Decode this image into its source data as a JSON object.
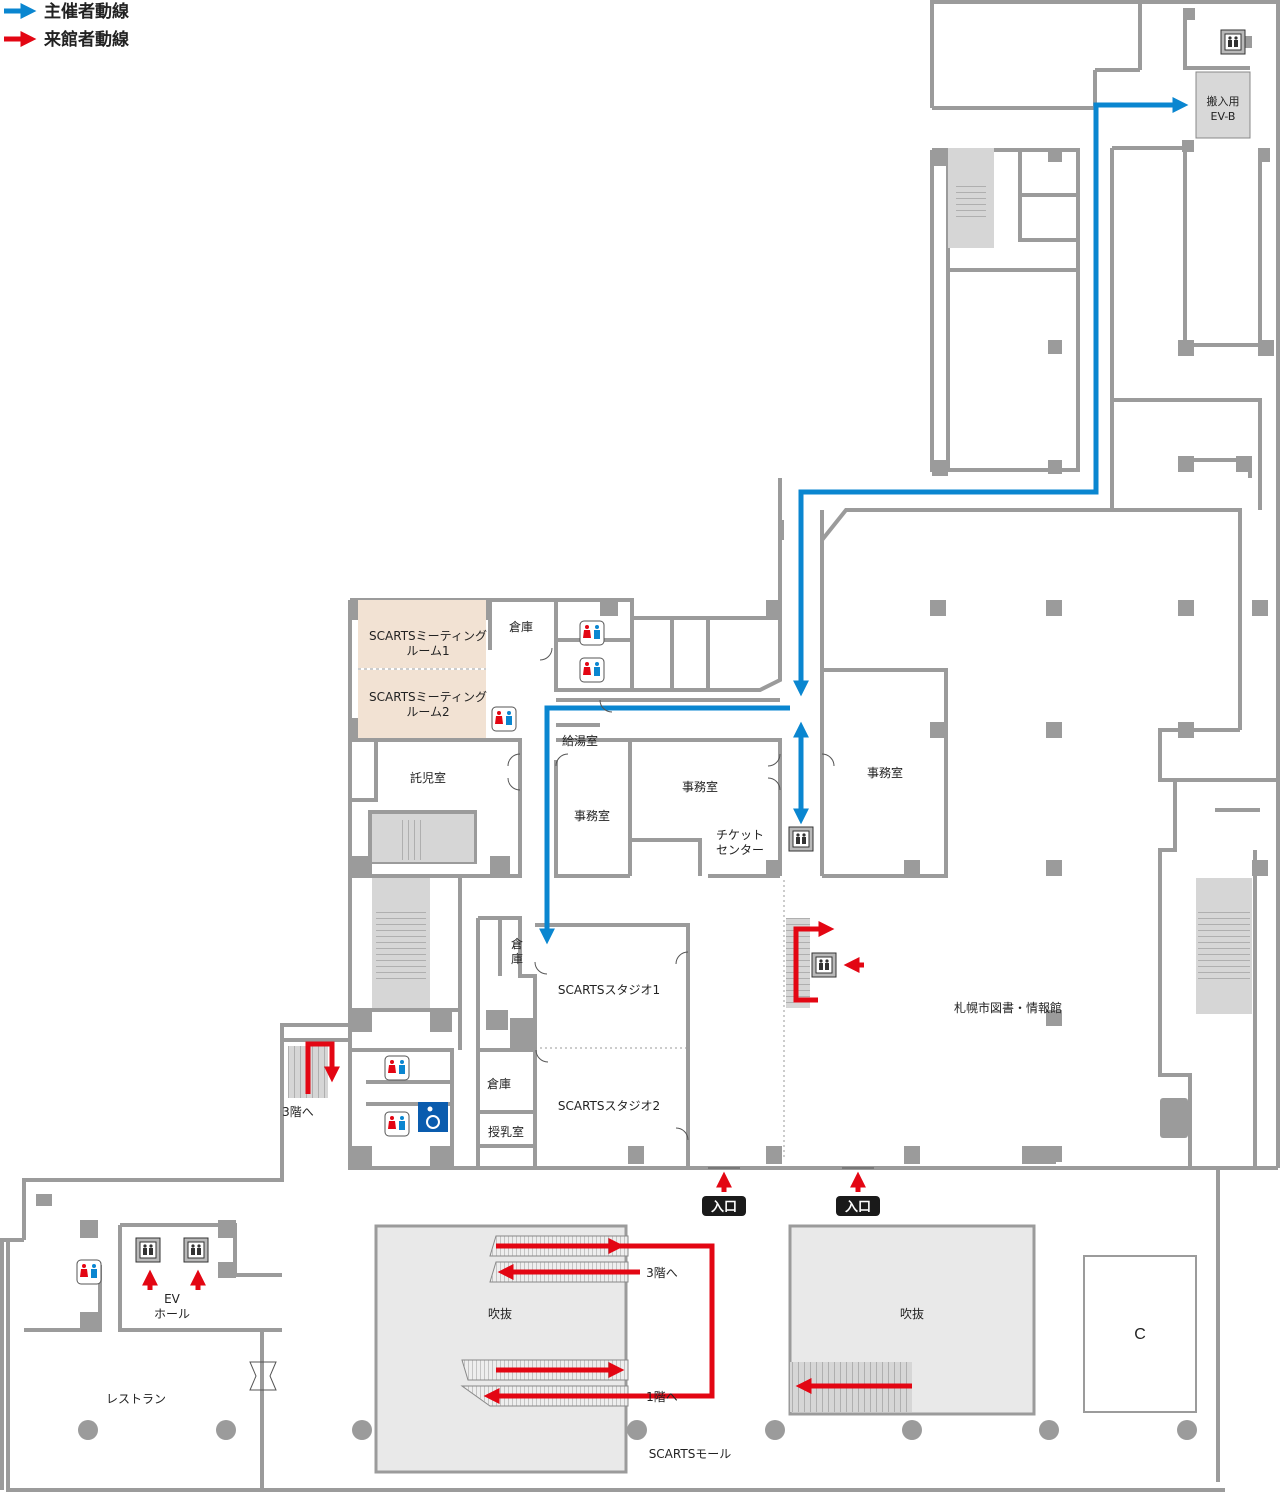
{
  "legend": {
    "organizer_label": "主催者動線",
    "visitor_label": "来館者動線",
    "organizer_color": "#0a86d0",
    "visitor_color": "#e30613"
  },
  "colors": {
    "wall": "#9b9b9b",
    "atrium": "#e9e9e9",
    "meeting_room": "#f2e2d3",
    "stair": "#d6d6d6",
    "label_bg": "#1a1a1a"
  },
  "rooms": {
    "loading_ev_line1": "搬入用",
    "loading_ev_line2": "EV-B",
    "storage_top": "倉庫",
    "meeting1_line1": "SCARTSミーティング",
    "meeting1_line2": "ルーム1",
    "meeting2_line1": "SCARTSミーティング",
    "meeting2_line2": "ルーム2",
    "kitchenette": "給湯室",
    "childcare": "託児室",
    "office_center": "事務室",
    "office_left": "事務室",
    "office_right": "事務室",
    "ticket_line1": "チケット",
    "ticket_line2": "センター",
    "storage_studio1_line1": "倉",
    "storage_studio1_line2": "庫",
    "studio1": "SCARTSスタジオ1",
    "studio2": "SCARTSスタジオ2",
    "storage_lower": "倉庫",
    "nursing_room": "授乳室",
    "library": "札幌市図書・情報館",
    "to_3f_stairs": "3階へ",
    "ev_hall_line1": "EV",
    "ev_hall_line2": "ホール",
    "restaurant": "レストラン",
    "atrium_left": "吹抜",
    "atrium_right": "吹抜",
    "escalator_up": "3階へ",
    "escalator_down": "1階へ",
    "area_c": "C",
    "mall": "SCARTSモール"
  },
  "entrances": {
    "entrance1": "入口",
    "entrance2": "入口"
  },
  "icons": [
    "elevator-icon",
    "restroom-icon",
    "accessible-restroom-icon",
    "stairs-icon",
    "escalator-icon",
    "column-icon"
  ]
}
